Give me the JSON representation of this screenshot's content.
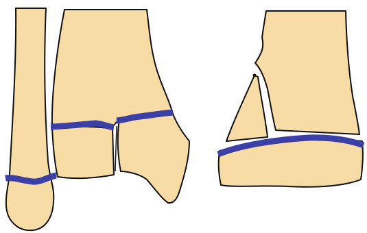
{
  "colors": {
    "bone_fill": "#f8dca5",
    "bone_outline": "#111111",
    "physis": "#3b3fa6",
    "background": "#ffffff"
  },
  "panels": [
    {
      "name": "frontal-view",
      "structures": [
        "fibula",
        "tibial-shaft",
        "medial-epiphysis-fragment",
        "lateral-epiphysis-fragment"
      ],
      "growth_plates": 3,
      "fracture_lines": 1
    },
    {
      "name": "lateral-view",
      "structures": [
        "tibial-shaft",
        "metaphyseal-spike-fragment",
        "epiphysis"
      ],
      "growth_plates": 1,
      "fracture_lines": 1
    }
  ]
}
